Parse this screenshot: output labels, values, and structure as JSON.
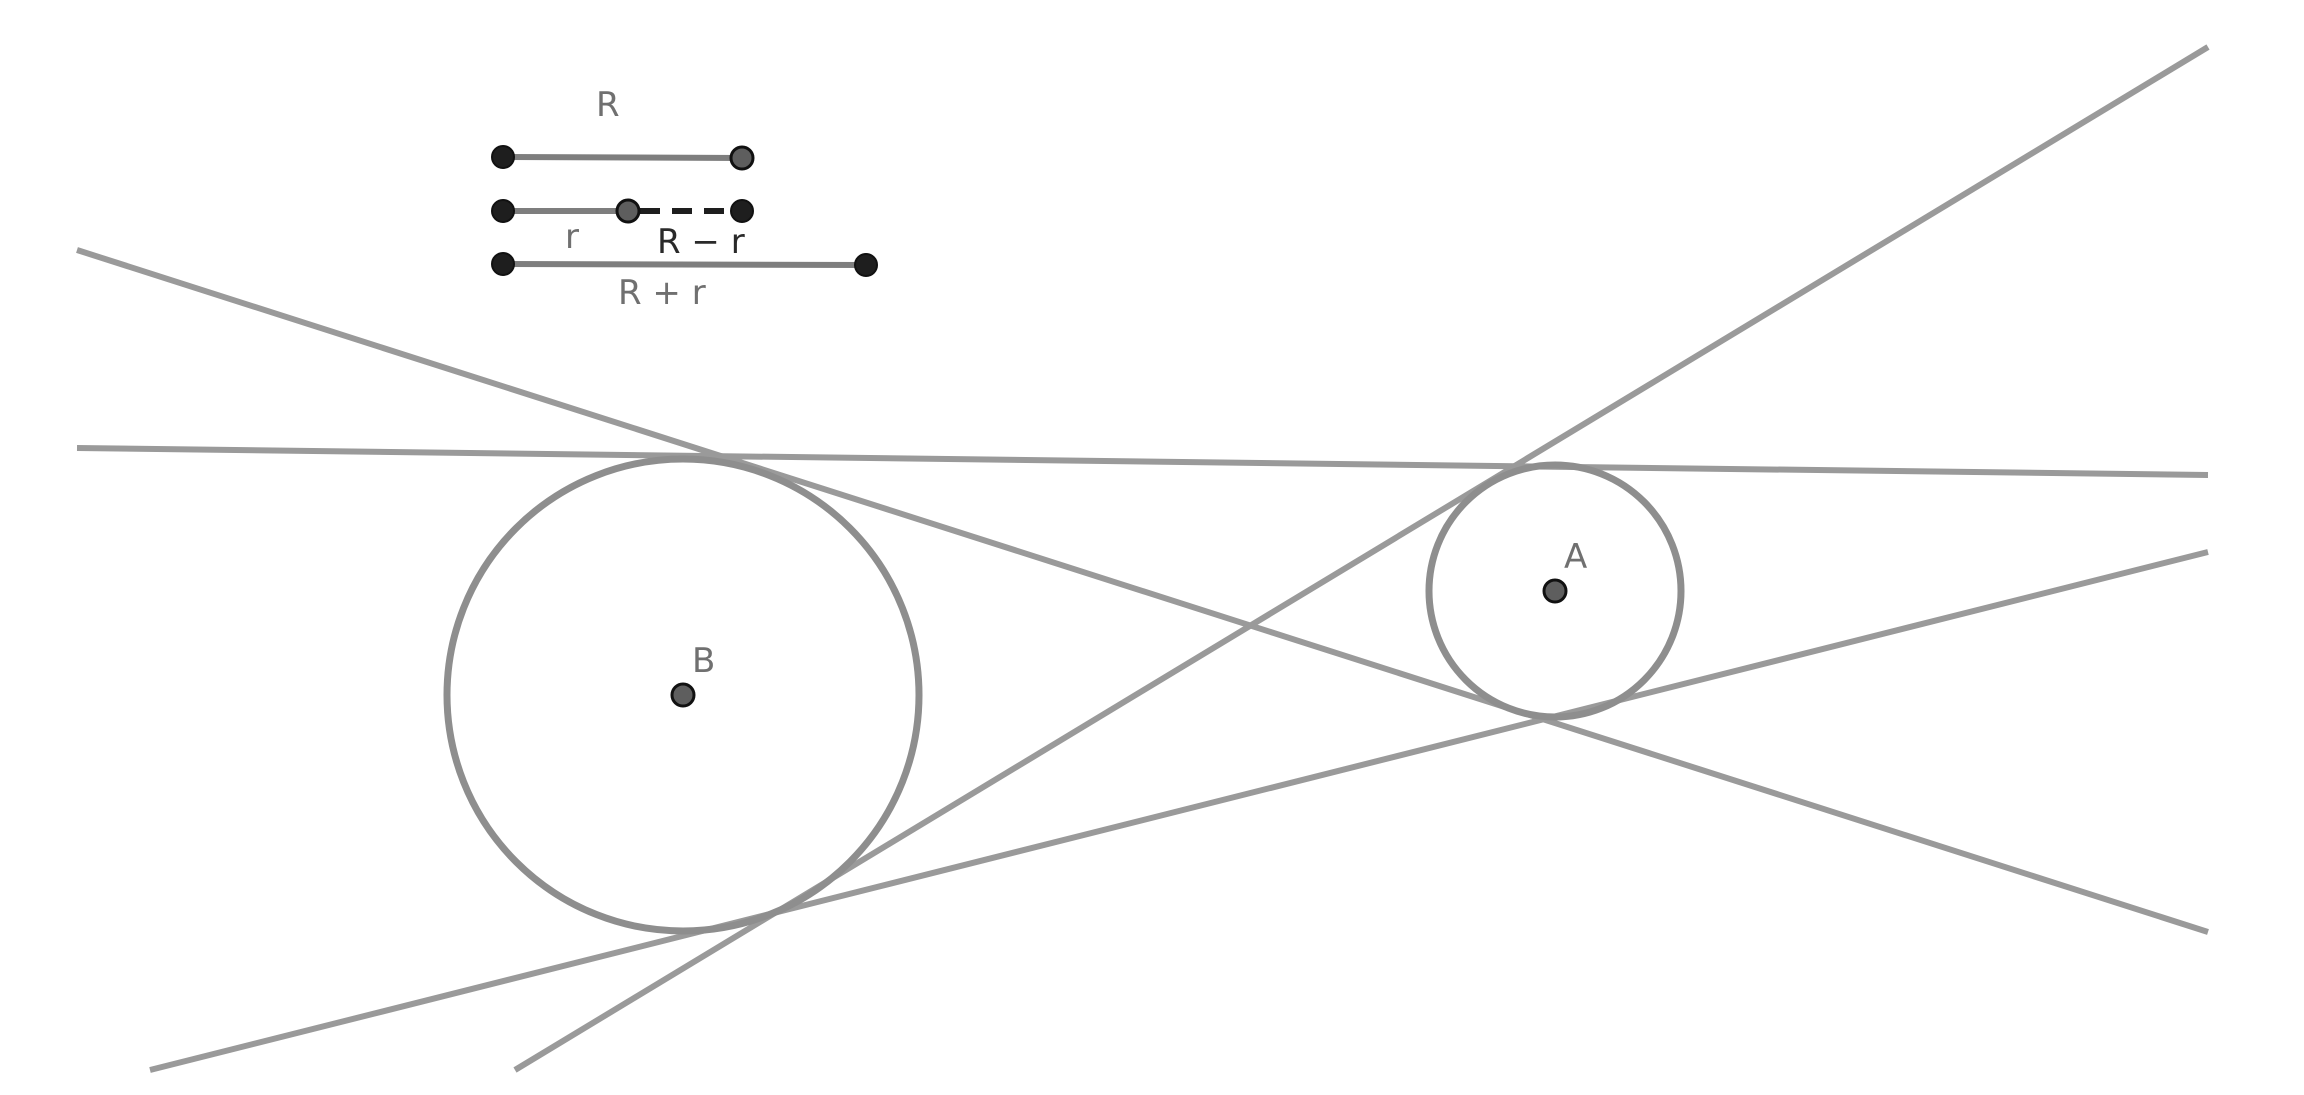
{
  "points": {
    "A": "A",
    "B": "B"
  },
  "legend": {
    "R": "R",
    "r": "r",
    "r_minus": "R − r",
    "r_plus": "R + r"
  },
  "colors": {
    "line": "#9a9a9a",
    "circle": "#8e8e8e",
    "point_dark": "#1e1e1e",
    "point_gray": "#5e5e5e"
  }
}
